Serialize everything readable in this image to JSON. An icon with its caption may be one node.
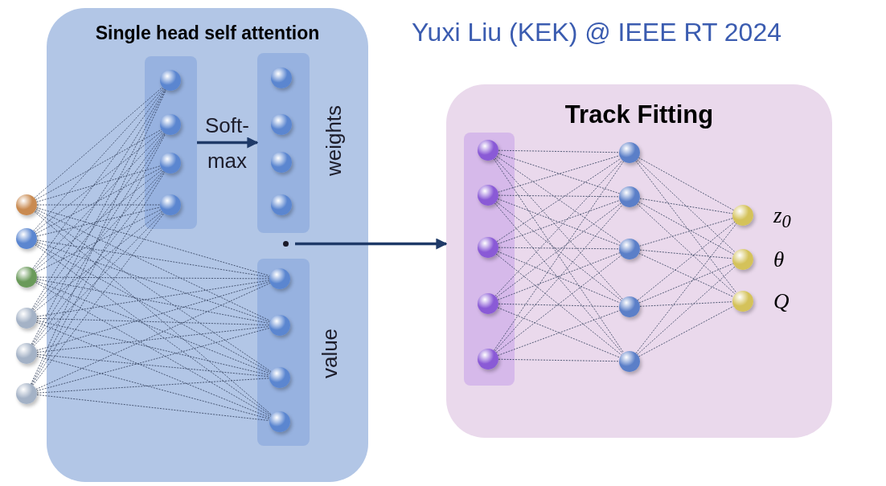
{
  "diagram": {
    "nodes": [
      {
        "text": [
          "Single head self attention"
        ]
      },
      {
        "text": [],
        "shape": "box",
        "in": 0
      },
      {
        "text": [],
        "shape": "box",
        "in": 0,
        "beside": [
          "weights"
        ]
      },
      {
        "text": [],
        "shape": "box",
        "in": 0,
        "beside": [
          "value"
        ]
      },
      {
        "text": [],
        "shape": "circle"
      },
      {
        "text": [],
        "shape": "circle"
      },
      {
        "text": [],
        "shape": "circle"
      },
      {
        "text": [],
        "shape": "circle"
      },
      {
        "text": [],
        "shape": "circle"
      },
      {
        "text": [],
        "shape": "circle"
      },
      {
        "text": [],
        "shape": "circle",
        "in": 1
      },
      {
        "text": [],
        "shape": "circle",
        "in": 1
      },
      {
        "text": [],
        "shape": "circle",
        "in": 1
      },
      {
        "text": [],
        "shape": "circle",
        "in": 1
      },
      {
        "text": [],
        "shape": "circle",
        "in": 2
      },
      {
        "text": [],
        "shape": "circle",
        "in": 2
      },
      {
        "text": [],
        "shape": "circle",
        "in": 2
      },
      {
        "text": [],
        "shape": "circle",
        "in": 2
      },
      {
        "text": [],
        "shape": "circle",
        "in": 3
      },
      {
        "text": [],
        "shape": "circle",
        "in": 3
      },
      {
        "text": [],
        "shape": "circle",
        "in": 3
      },
      {
        "text": [],
        "shape": "circle",
        "in": 3
      },
      {
        "text": [],
        "shape": "circle",
        "in": 0
      },
      {
        "text": [
          "Track Fitting"
        ]
      },
      {
        "text": [],
        "shape": "box",
        "in": 23
      },
      {
        "text": [],
        "shape": "circle",
        "in": 24
      },
      {
        "text": [],
        "shape": "circle",
        "in": 24
      },
      {
        "text": [],
        "shape": "circle",
        "in": 24
      },
      {
        "text": [],
        "shape": "circle",
        "in": 24
      },
      {
        "text": [],
        "shape": "circle",
        "in": 24
      },
      {
        "text": [],
        "shape": "circle",
        "in": 23
      },
      {
        "text": [],
        "shape": "circle",
        "in": 23
      },
      {
        "text": [],
        "shape": "circle",
        "in": 23
      },
      {
        "text": [],
        "shape": "circle",
        "in": 23
      },
      {
        "text": [],
        "shape": "circle",
        "in": 23
      },
      {
        "text": [],
        "shape": "circle",
        "in": 23,
        "beside": [
          "z$_{0}$"
        ]
      },
      {
        "text": [],
        "shape": "circle",
        "in": 23,
        "beside": [
          "θ"
        ]
      },
      {
        "text": [],
        "shape": "circle",
        "in": 23,
        "beside": [
          "Q"
        ]
      }
    ],
    "edges": [
      {
        "from": 1,
        "to": 2,
        "arrow": "to",
        "label": "Soft- max",
        "style": "thick",
        "color": "#1f3a68"
      },
      {
        "from": 22,
        "to": 23,
        "arrow": "to",
        "style": "thick",
        "color": "#1f3a68"
      },
      {
        "from": 4,
        "to": 10,
        "arrow": "none",
        "style": "dashed"
      },
      {
        "from": 4,
        "to": 11,
        "arrow": "none",
        "style": "dashed"
      },
      {
        "from": 4,
        "to": 12,
        "arrow": "none",
        "style": "dashed"
      },
      {
        "from": 4,
        "to": 13,
        "arrow": "none",
        "style": "dashed"
      },
      {
        "from": 5,
        "to": 10,
        "arrow": "none",
        "style": "dashed"
      },
      {
        "from": 5,
        "to": 11,
        "arrow": "none",
        "style": "dashed"
      },
      {
        "from": 5,
        "to": 12,
        "arrow": "none",
        "style": "dashed"
      },
      {
        "from": 5,
        "to": 13,
        "arrow": "none",
        "style": "dashed"
      },
      {
        "from": 6,
        "to": 10,
        "arrow": "none",
        "style": "dashed"
      },
      {
        "from": 6,
        "to": 11,
        "arrow": "none",
        "style": "dashed"
      },
      {
        "from": 6,
        "to": 12,
        "arrow": "none",
        "style": "dashed"
      },
      {
        "from": 6,
        "to": 13,
        "arrow": "none",
        "style": "dashed"
      },
      {
        "from": 7,
        "to": 10,
        "arrow": "none",
        "style": "dashed"
      },
      {
        "from": 7,
        "to": 11,
        "arrow": "none",
        "style": "dashed"
      },
      {
        "from": 7,
        "to": 12,
        "arrow": "none",
        "style": "dashed"
      },
      {
        "from": 7,
        "to": 13,
        "arrow": "none",
        "style": "dashed"
      },
      {
        "from": 8,
        "to": 10,
        "arrow": "none",
        "style": "dashed"
      },
      {
        "from": 8,
        "to": 11,
        "arrow": "none",
        "style": "dashed"
      },
      {
        "from": 8,
        "to": 12,
        "arrow": "none",
        "style": "dashed"
      },
      {
        "from": 8,
        "to": 13,
        "arrow": "none",
        "style": "dashed"
      },
      {
        "from": 9,
        "to": 10,
        "arrow": "none",
        "style": "dashed"
      },
      {
        "from": 9,
        "to": 11,
        "arrow": "none",
        "style": "dashed"
      },
      {
        "from": 9,
        "to": 12,
        "arrow": "none",
        "style": "dashed"
      },
      {
        "from": 9,
        "to": 13,
        "arrow": "none",
        "style": "dashed"
      },
      {
        "from": 4,
        "to": 18,
        "arrow": "none",
        "style": "dashed"
      },
      {
        "from": 4,
        "to": 19,
        "arrow": "none",
        "style": "dashed"
      },
      {
        "from": 4,
        "to": 20,
        "arrow": "none",
        "style": "dashed"
      },
      {
        "from": 4,
        "to": 21,
        "arrow": "none",
        "style": "dashed"
      },
      {
        "from": 5,
        "to": 18,
        "arrow": "none",
        "style": "dashed"
      },
      {
        "from": 5,
        "to": 19,
        "arrow": "none",
        "style": "dashed"
      },
      {
        "from": 5,
        "to": 20,
        "arrow": "none",
        "style": "dashed"
      },
      {
        "from": 5,
        "to": 21,
        "arrow": "none",
        "style": "dashed"
      },
      {
        "from": 6,
        "to": 18,
        "arrow": "none",
        "style": "dashed"
      },
      {
        "from": 6,
        "to": 19,
        "arrow": "none",
        "style": "dashed"
      },
      {
        "from": 6,
        "to": 20,
        "arrow": "none",
        "style": "dashed"
      },
      {
        "from": 6,
        "to": 21,
        "arrow": "none",
        "style": "dashed"
      },
      {
        "from": 7,
        "to": 18,
        "arrow": "none",
        "style": "dashed"
      },
      {
        "from": 7,
        "to": 19,
        "arrow": "none",
        "style": "dashed"
      },
      {
        "from": 7,
        "to": 20,
        "arrow": "none",
        "style": "dashed"
      },
      {
        "from": 7,
        "to": 21,
        "arrow": "none",
        "style": "dashed"
      },
      {
        "from": 8,
        "to": 18,
        "arrow": "none",
        "style": "dashed"
      },
      {
        "from": 8,
        "to": 19,
        "arrow": "none",
        "style": "dashed"
      },
      {
        "from": 8,
        "to": 20,
        "arrow": "none",
        "style": "dashed"
      },
      {
        "from": 8,
        "to": 21,
        "arrow": "none",
        "style": "dashed"
      },
      {
        "from": 9,
        "to": 18,
        "arrow": "none",
        "style": "dashed"
      },
      {
        "from": 9,
        "to": 19,
        "arrow": "none",
        "style": "dashed"
      },
      {
        "from": 9,
        "to": 20,
        "arrow": "none",
        "style": "dashed"
      },
      {
        "from": 9,
        "to": 21,
        "arrow": "none",
        "style": "dashed"
      },
      {
        "from": 25,
        "to": 30,
        "arrow": "none",
        "style": "dashed"
      },
      {
        "from": 25,
        "to": 31,
        "arrow": "none",
        "style": "dashed"
      },
      {
        "from": 25,
        "to": 32,
        "arrow": "none",
        "style": "dashed"
      },
      {
        "from": 25,
        "to": 33,
        "arrow": "none",
        "style": "dashed"
      },
      {
        "from": 25,
        "to": 34,
        "arrow": "none",
        "style": "dashed"
      },
      {
        "from": 26,
        "to": 30,
        "arrow": "none",
        "style": "dashed"
      },
      {
        "from": 26,
        "to": 31,
        "arrow": "none",
        "style": "dashed"
      },
      {
        "from": 26,
        "to": 32,
        "arrow": "none",
        "style": "dashed"
      },
      {
        "from": 26,
        "to": 33,
        "arrow": "none",
        "style": "dashed"
      },
      {
        "from": 26,
        "to": 34,
        "arrow": "none",
        "style": "dashed"
      },
      {
        "from": 27,
        "to": 30,
        "arrow": "none",
        "style": "dashed"
      },
      {
        "from": 27,
        "to": 31,
        "arrow": "none",
        "style": "dashed"
      },
      {
        "from": 27,
        "to": 32,
        "arrow": "none",
        "style": "dashed"
      },
      {
        "from": 27,
        "to": 33,
        "arrow": "none",
        "style": "dashed"
      },
      {
        "from": 27,
        "to": 34,
        "arrow": "none",
        "style": "dashed"
      },
      {
        "from": 28,
        "to": 30,
        "arrow": "none",
        "style": "dashed"
      },
      {
        "from": 28,
        "to": 31,
        "arrow": "none",
        "style": "dashed"
      },
      {
        "from": 28,
        "to": 32,
        "arrow": "none",
        "style": "dashed"
      },
      {
        "from": 28,
        "to": 33,
        "arrow": "none",
        "style": "dashed"
      },
      {
        "from": 28,
        "to": 34,
        "arrow": "none",
        "style": "dashed"
      },
      {
        "from": 29,
        "to": 30,
        "arrow": "none",
        "style": "dashed"
      },
      {
        "from": 29,
        "to": 31,
        "arrow": "none",
        "style": "dashed"
      },
      {
        "from": 29,
        "to": 32,
        "arrow": "none",
        "style": "dashed"
      },
      {
        "from": 29,
        "to": 33,
        "arrow": "none",
        "style": "dashed"
      },
      {
        "from": 29,
        "to": 34,
        "arrow": "none",
        "style": "dashed"
      },
      {
        "from": 30,
        "to": 35,
        "arrow": "none",
        "style": "dashed"
      },
      {
        "from": 30,
        "to": 36,
        "arrow": "none",
        "style": "dashed"
      },
      {
        "from": 30,
        "to": 37,
        "arrow": "none",
        "style": "dashed"
      },
      {
        "from": 31,
        "to": 35,
        "arrow": "none",
        "style": "dashed"
      },
      {
        "from": 31,
        "to": 36,
        "arrow": "none",
        "style": "dashed"
      },
      {
        "from": 31,
        "to": 37,
        "arrow": "none",
        "style": "dashed"
      },
      {
        "from": 32,
        "to": 35,
        "arrow": "none",
        "style": "dashed"
      },
      {
        "from": 32,
        "to": 36,
        "arrow": "none",
        "style": "dashed"
      },
      {
        "from": 32,
        "to": 37,
        "arrow": "none",
        "style": "dashed"
      },
      {
        "from": 33,
        "to": 35,
        "arrow": "none",
        "style": "dashed"
      },
      {
        "from": 33,
        "to": 36,
        "arrow": "none",
        "style": "dashed"
      },
      {
        "from": 33,
        "to": 37,
        "arrow": "none",
        "style": "dashed"
      },
      {
        "from": 34,
        "to": 35,
        "arrow": "none",
        "style": "dashed"
      },
      {
        "from": 34,
        "to": 36,
        "arrow": "none",
        "style": "dashed"
      },
      {
        "from": 34,
        "to": 37,
        "arrow": "none",
        "style": "dashed"
      }
    ],
    "labels": [
      "Yuxi Liu (KEK) @ IEEE RT 2024"
    ]
  }
}
